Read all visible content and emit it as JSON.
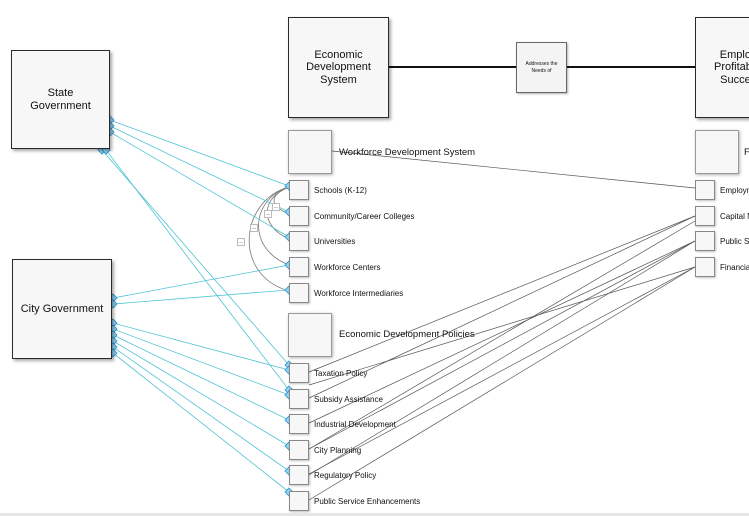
{
  "nodes": {
    "state_government": "State\nGovernment",
    "city_government": "City Government",
    "economic_development_system": "Economic\nDevelopment\nSystem",
    "addresses_note": "Addresses the\nNeeds of",
    "employer_profitability": "Emplo\nProfitabil\nSucce"
  },
  "sections": {
    "workforce_title": "Workforce Development System",
    "policies_title": "Economic Development Policies",
    "right_title": "F"
  },
  "workforce_items": [
    "Schools (K-12)",
    "Community/Career Colleges",
    "Universities",
    "Workforce Centers",
    "Workforce Intermediaries"
  ],
  "policy_items": [
    "Taxation Policy",
    "Subsidy Assistance",
    "Industrial Development",
    "City Planning",
    "Regulatory Policy",
    "Public Service Enhancements"
  ],
  "right_items": [
    "Employn",
    "Capital N",
    "Public S",
    "Financia"
  ],
  "colors": {
    "connector": "#4fc3d3",
    "diamond_fill": "#8fd3f4",
    "diamond_stroke": "#2f8fc4",
    "line": "#555555"
  }
}
